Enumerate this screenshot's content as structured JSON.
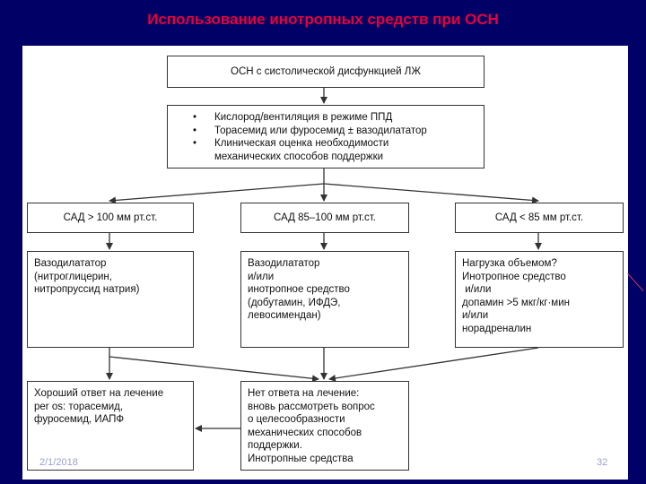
{
  "title": "Использование инотропных  средств при ОСН",
  "boxes": {
    "top": "ОСН с систолической дисфункцией ЛЖ",
    "bullets": [
      [
        "Кислород/вентиляция в режиме ППД"
      ],
      [
        "Торасемид или фуросемид ± вазодилататор"
      ],
      [
        "Клиническая оценка необходимости",
        "механических способов поддержки"
      ]
    ],
    "sad_left": "САД > 100 мм рт.ст.",
    "sad_mid": "САД 85–100 мм рт.ст.",
    "sad_right": "САД < 85 мм рт.ст.",
    "treat_left": [
      "Вазодилататор",
      "(нитроглицерин,",
      "нитропруссид натрия)"
    ],
    "treat_mid": [
      "Вазодилататор",
      "и/или",
      "инотропное средство",
      "(добутамин, ИФДЭ,",
      "левосимендан)"
    ],
    "treat_right": [
      "Нагрузка объемом?",
      "Инотропное средство",
      " и/или",
      "допамин >5 мкг/кг·мин",
      "и/или",
      "норадреналин"
    ],
    "good_response": [
      "Хороший ответ на лечение",
      "per os: торасемид,",
      "фуросемид, ИАПФ"
    ],
    "no_response": [
      "Нет ответа на лечение:",
      "вновь рассмотреть вопрос",
      "о целесообразности",
      "механических способов",
      "поддержки.",
      "Инотропные средства"
    ]
  },
  "footer": {
    "date": "2/1/2018",
    "page": "32"
  },
  "colors": {
    "background": "#000066",
    "title": "#e8003a"
  }
}
